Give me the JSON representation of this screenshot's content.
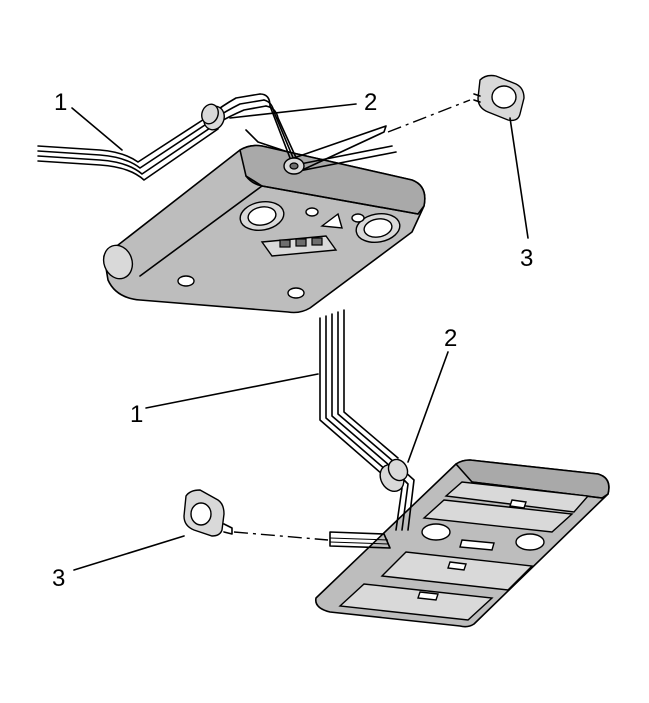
{
  "callouts": {
    "top": {
      "wiring_harness": "1",
      "grommet": "2",
      "plug": "3"
    },
    "bottom": {
      "wiring_harness": "1",
      "grommet": "2",
      "plug": "3"
    }
  }
}
